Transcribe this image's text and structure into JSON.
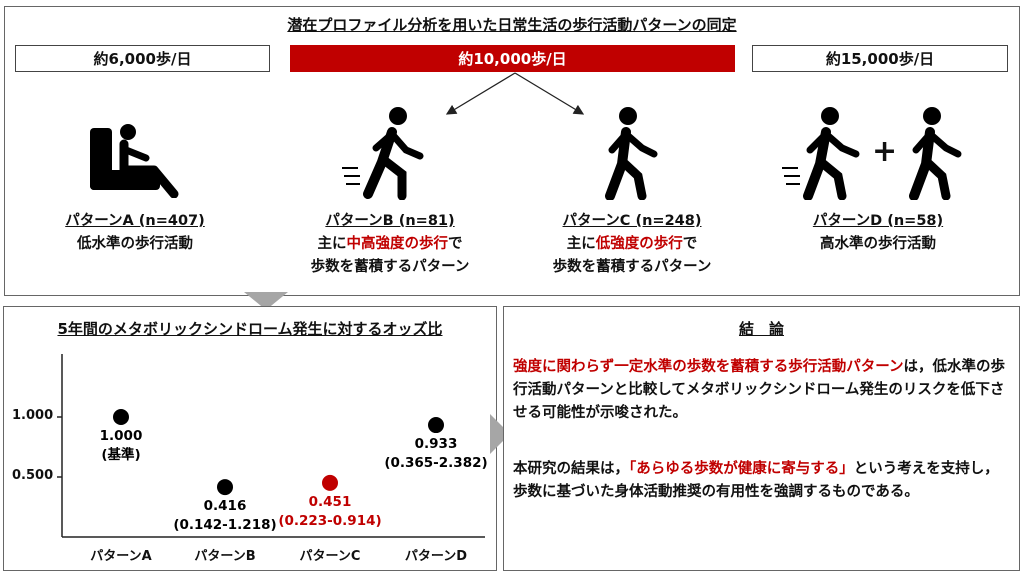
{
  "top": {
    "title": "潜在プロファイル分析を用いた日常生活の歩行活動パターンの同定",
    "steps": [
      "約6,000歩/日",
      "約10,000歩/日",
      "約15,000歩/日"
    ],
    "patterns": [
      {
        "name": "パターンA (n=407)",
        "line2": "低水準の歩行活動",
        "line3": ""
      },
      {
        "name": "パターンB (n=81)",
        "line2_pre": "主に",
        "line2_red": "中高強度の歩行",
        "line2_post": "で",
        "line3": "歩数を蓄積するパターン"
      },
      {
        "name": "パターンC (n=248)",
        "line2_pre": "主に",
        "line2_red": "低強度の歩行",
        "line2_post": "で",
        "line3": "歩数を蓄積するパターン"
      },
      {
        "name": "パターンD (n=58)",
        "line2": "高水準の歩行活動",
        "line3": ""
      }
    ],
    "plus": "+"
  },
  "chart_data": {
    "type": "scatter",
    "title": "5年間のメタボリックシンドローム発生に対するオッズ比",
    "categories": [
      "パターンA",
      "パターンB",
      "パターンC",
      "パターンD"
    ],
    "values": [
      1.0,
      0.416,
      0.451,
      0.933
    ],
    "value_labels": [
      "1.000",
      "0.416",
      "0.451",
      "0.933"
    ],
    "ci_labels": [
      "(基準)",
      "(0.142-1.218)",
      "(0.223-0.914)",
      "(0.365-2.382)"
    ],
    "colors": [
      "#000000",
      "#000000",
      "#c00000",
      "#000000"
    ],
    "yticks": [
      1.0,
      0.5
    ],
    "ytick_labels": [
      "1.000",
      "0.500"
    ],
    "ylim": [
      0,
      1.5
    ]
  },
  "conclusion": {
    "title": "結　論",
    "p1_red": "強度に関わらず一定水準の歩数を蓄積する歩行活動パターン",
    "p1_rest": "は，低水準の歩行活動パターンと比較してメタボリックシンドローム発生のリスクを低下させる可能性が示唆された。",
    "p2_pre": "本研究の結果は，",
    "p2_red": "「あらゆる歩数が健康に寄与する」",
    "p2_post": "という考えを支持し，歩数に基づいた身体活動推奨の有用性を強調するものである。"
  },
  "colors": {
    "accent": "#c00000",
    "arrow": "#a6a6a6"
  }
}
